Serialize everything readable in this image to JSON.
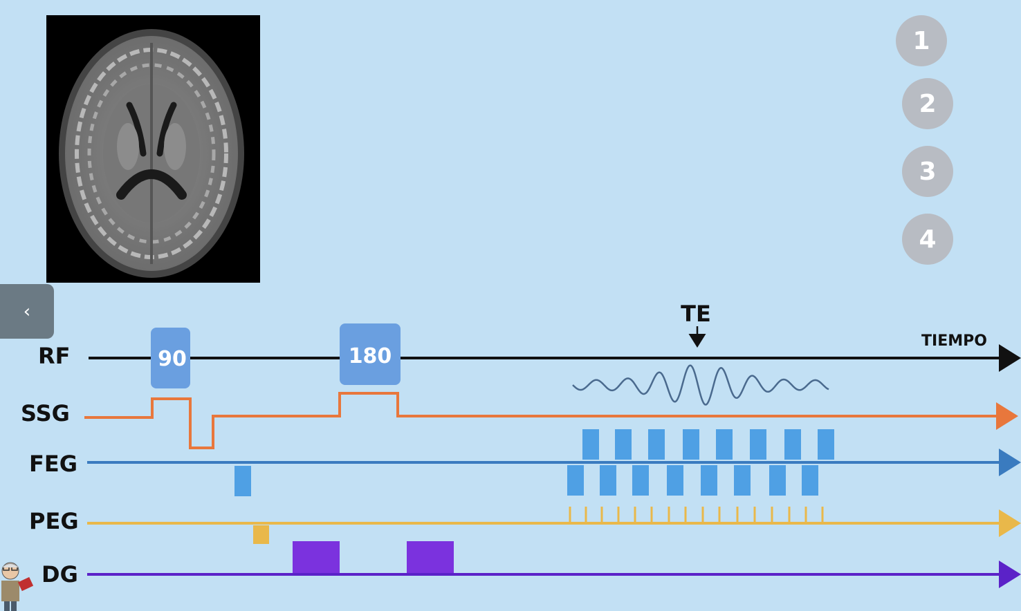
{
  "steps": [
    "1",
    "2",
    "3",
    "4"
  ],
  "back_button": {
    "label": "‹"
  },
  "diagram": {
    "te_label": "TE",
    "time_label": "TIEMPO",
    "rows": {
      "rf": {
        "label": "RF",
        "color": "#111111"
      },
      "ssg": {
        "label": "SSG",
        "color": "#e8773c"
      },
      "feg": {
        "label": "FEG",
        "color": "#3a7bbf"
      },
      "peg": {
        "label": "PEG",
        "color": "#e9b84a"
      },
      "dg": {
        "label": "DG",
        "color": "#5b22c8"
      }
    },
    "pulses": {
      "p90": "90",
      "p180": "180"
    },
    "colors": {
      "pulse_box": "#6a9fe0",
      "readout": "#4fa0e4",
      "diffusion": "#7b32de",
      "signal": "#4a6a8e"
    }
  },
  "icons": {
    "avatar": "teacher-avatar-icon",
    "back": "chevron-left-icon"
  }
}
